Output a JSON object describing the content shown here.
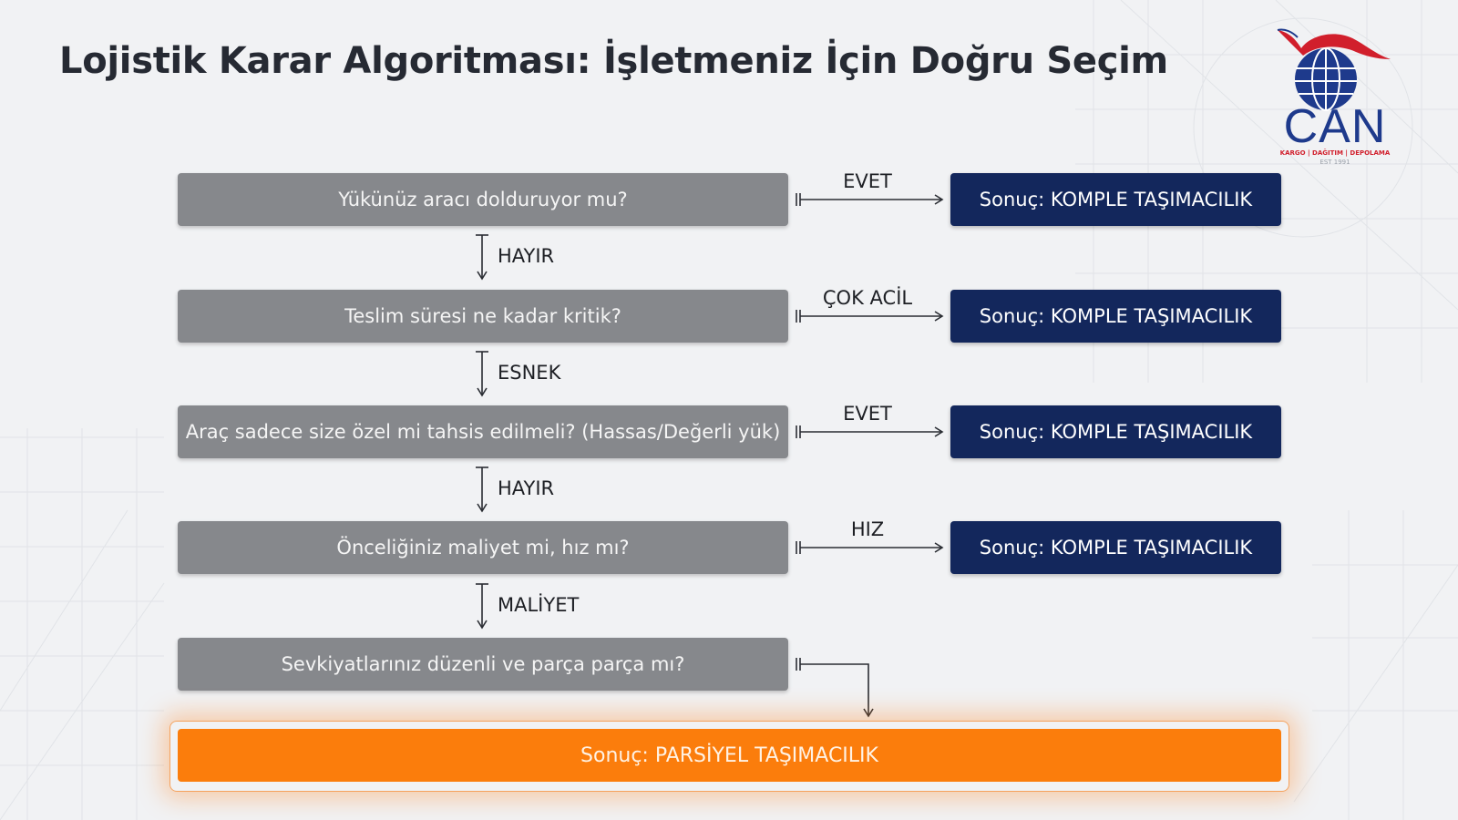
{
  "title": "Lojistik Karar Algoritması: İşletmeniz İçin Doğru Seçim",
  "logo": {
    "text": "CAN",
    "subtitle": "KARGO | DAĞITIM | DEPOLAMA",
    "est": "EST 1991"
  },
  "questions": [
    "Yükünüz aracı dolduruyor mu?",
    "Teslim süresi ne kadar kritik?",
    "Araç sadece size özel mi tahsis edilmeli? (Hassas/Değerli yük)",
    "Önceliğiniz maliyet mi, hız mı?",
    "Sevkiyatlarınız düzenli ve parça parça mı?"
  ],
  "yes_labels": [
    "EVET",
    "ÇOK ACİL",
    "EVET",
    "HIZ"
  ],
  "no_labels": [
    "HAYIR",
    "ESNEK",
    "HAYIR",
    "MALİYET"
  ],
  "results": [
    "Sonuç: KOMPLE TAŞIMACILIK",
    "Sonuç: KOMPLE TAŞIMACILIK",
    "Sonuç: KOMPLE TAŞIMACILIK",
    "Sonuç: KOMPLE TAŞIMACILIK"
  ],
  "final_result": "Sonuç: PARSİYEL TAŞIMACILIK",
  "colors": {
    "question_box": "#86888c",
    "result_box": "#13275c",
    "final_box": "#fb7d0c",
    "logo_blue": "#1e3a8c",
    "logo_red": "#d11f2c"
  }
}
